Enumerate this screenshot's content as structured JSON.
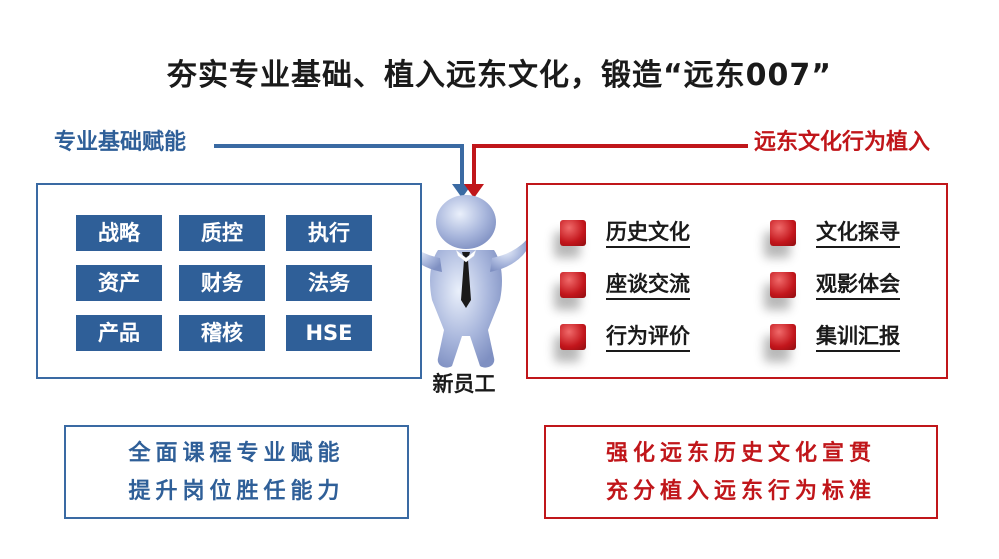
{
  "title": "夯实专业基础、植入远东文化，锻造“远东007”",
  "left": {
    "label": "专业基础赋能",
    "tags": [
      "战略",
      "质控",
      "执行",
      "资产",
      "财务",
      "法务",
      "产品",
      "稽核",
      "HSE"
    ],
    "summary": [
      "全面课程专业赋能",
      "提升岗位胜任能力"
    ],
    "color": "#2f5f98"
  },
  "right": {
    "label": "远东文化行为植入",
    "items": [
      "历史文化",
      "文化探寻",
      "座谈交流",
      "观影体会",
      "行为评价",
      "集训汇报"
    ],
    "summary": [
      "强化远东历史文化宣贯",
      "充分植入远东行为标准"
    ],
    "color": "#c0161a"
  },
  "center": {
    "label": "新员工",
    "icon": "new-employee-figure-icon"
  }
}
